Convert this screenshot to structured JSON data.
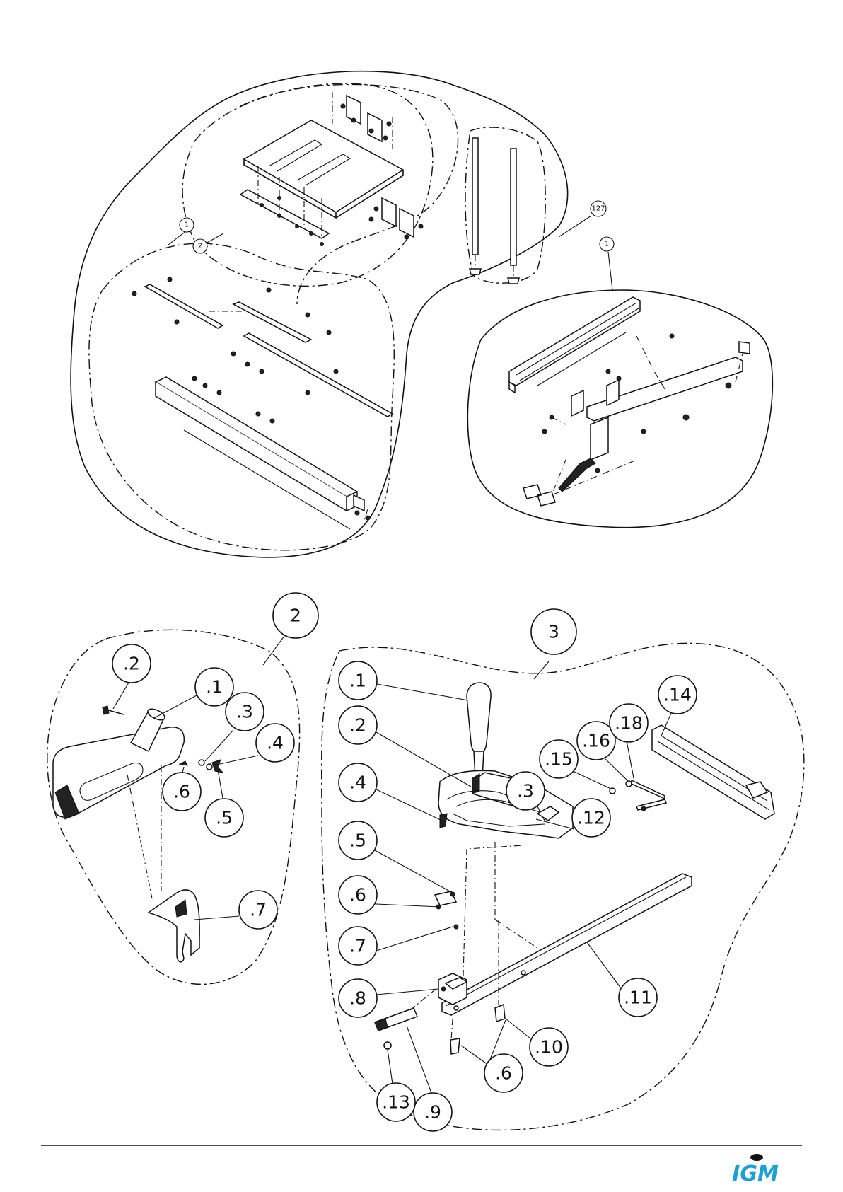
{
  "top_callouts": {
    "c1_left": "1",
    "c2_left": "2",
    "c127": "127",
    "c1_right": "1"
  },
  "detail_2": {
    "title": "2",
    "items": [
      ".1",
      ".2",
      ".3",
      ".4",
      ".5",
      ".6",
      ".7"
    ]
  },
  "detail_3": {
    "title": "3",
    "items": [
      ".1",
      ".2",
      ".3",
      ".4",
      ".5",
      ".6",
      ".7",
      ".8",
      ".9",
      ".10",
      ".11",
      ".12",
      ".13",
      ".14",
      ".15",
      ".16",
      ".18",
      ".6"
    ]
  },
  "footer": {
    "logo_text": "IGM",
    "logo_color": "#1a9fd6"
  }
}
